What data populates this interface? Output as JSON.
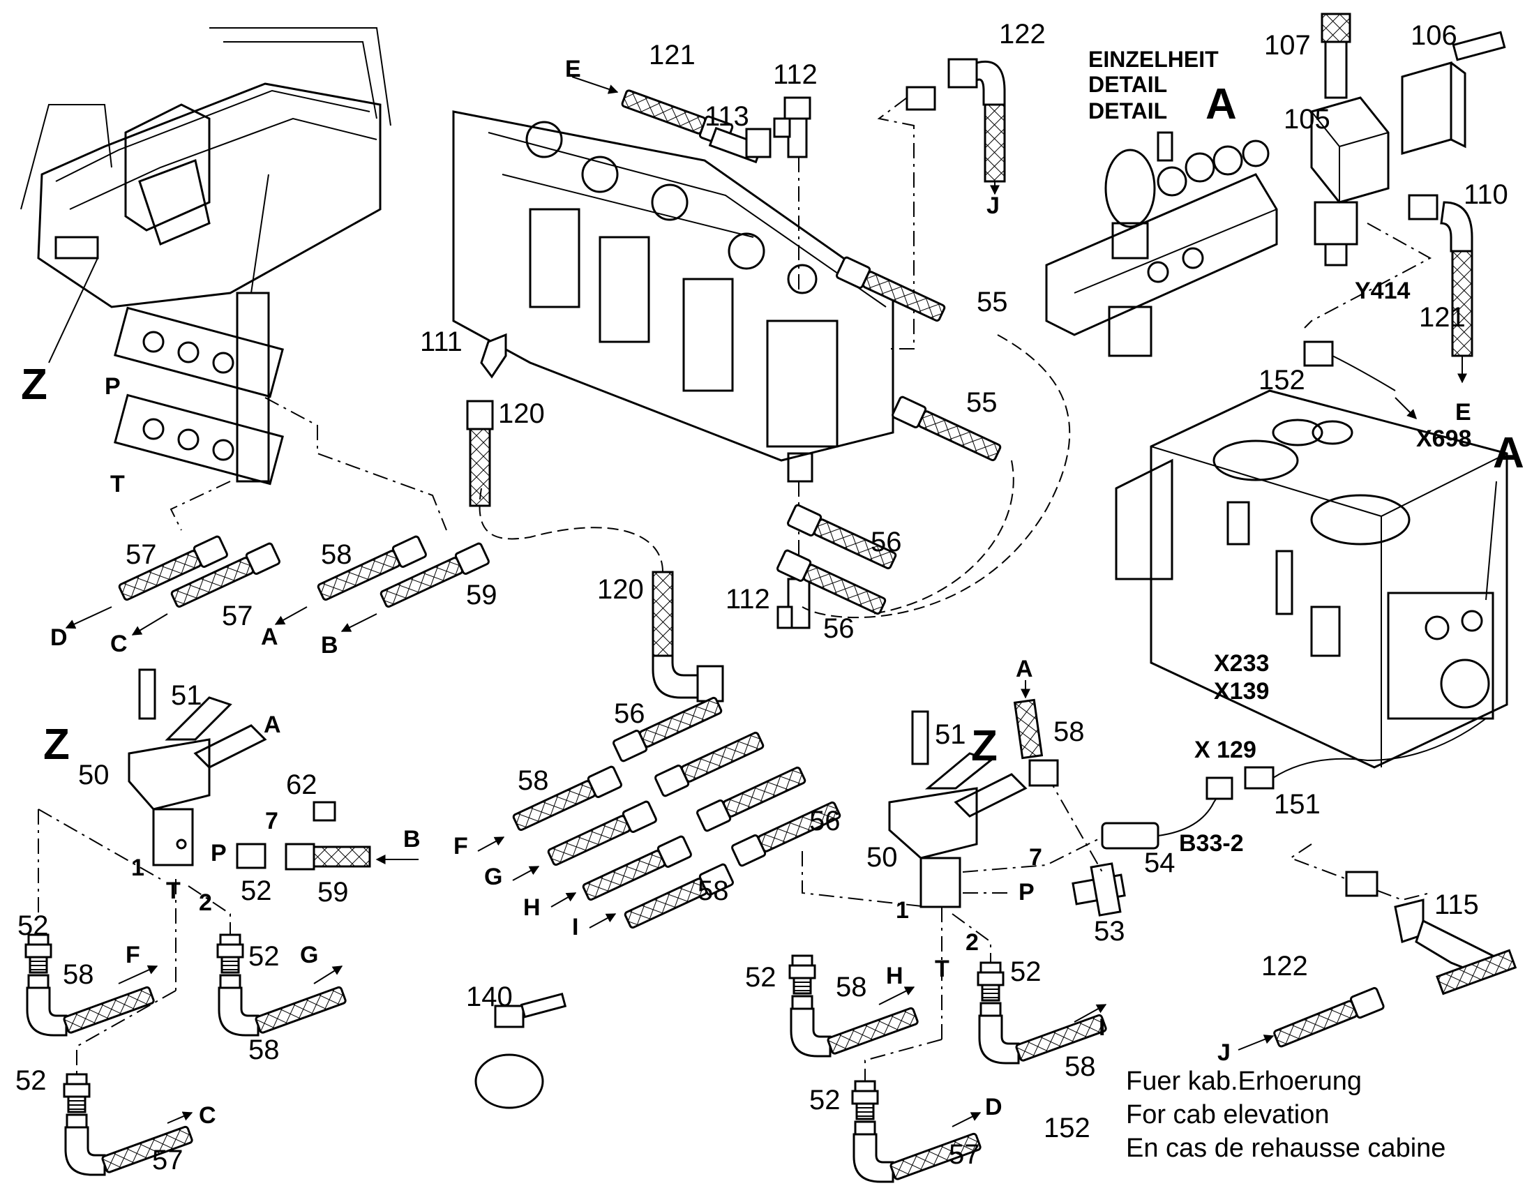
{
  "detail": {
    "title_de": "EINZELHEIT",
    "title_en": "DETAIL",
    "title_fr": "DETAIL",
    "letter": "A"
  },
  "view_z_label": "Z",
  "note": {
    "de": "Fuer kab.Erhoerung",
    "en": "For cab elevation",
    "fr": "En cas de rehausse cabine"
  },
  "callouts": {
    "n50a": "50",
    "n51a": "51",
    "n52a": "52",
    "n52b": "52",
    "n52c": "52",
    "n52d": "52",
    "n57a": "57",
    "n57b": "57",
    "n57c": "57",
    "n58a": "58",
    "n58b": "58",
    "n59a": "59",
    "n59b": "59",
    "n62": "62",
    "n140": "140",
    "n55a": "55",
    "n55b": "55",
    "n56a": "56",
    "n56b": "56",
    "n56c": "56",
    "n56d": "56",
    "n58c": "58",
    "n58d": "58",
    "n111": "111",
    "n112a": "112",
    "n112b": "112",
    "n113": "113",
    "n120a": "120",
    "n120b": "120",
    "n121a": "121",
    "n121b": "121",
    "n122a": "122",
    "n122b": "122",
    "n105": "105",
    "n106": "106",
    "n107": "107",
    "n110": "110",
    "n115": "115",
    "n151": "151",
    "n152a": "152",
    "n152b": "152",
    "n50b": "50",
    "n51b": "51",
    "n52e": "52",
    "n52f": "52",
    "n52g": "52",
    "n53": "53",
    "n54": "54",
    "n57d": "57",
    "n58e": "58",
    "n58f": "58",
    "n58g": "58"
  },
  "connections": {
    "P": "P",
    "T": "T",
    "one": "1",
    "two": "2",
    "seven": "7"
  },
  "hose_ends": {
    "A": "A",
    "B": "B",
    "C": "C",
    "D": "D",
    "E": "E",
    "F": "F",
    "G": "G",
    "H": "H",
    "I": "I",
    "J": "J"
  },
  "electrical": {
    "y414": "Y414",
    "x698": "X698",
    "x233": "X233",
    "x139": "X139",
    "x129": "X 129",
    "b33": "B33-2"
  }
}
